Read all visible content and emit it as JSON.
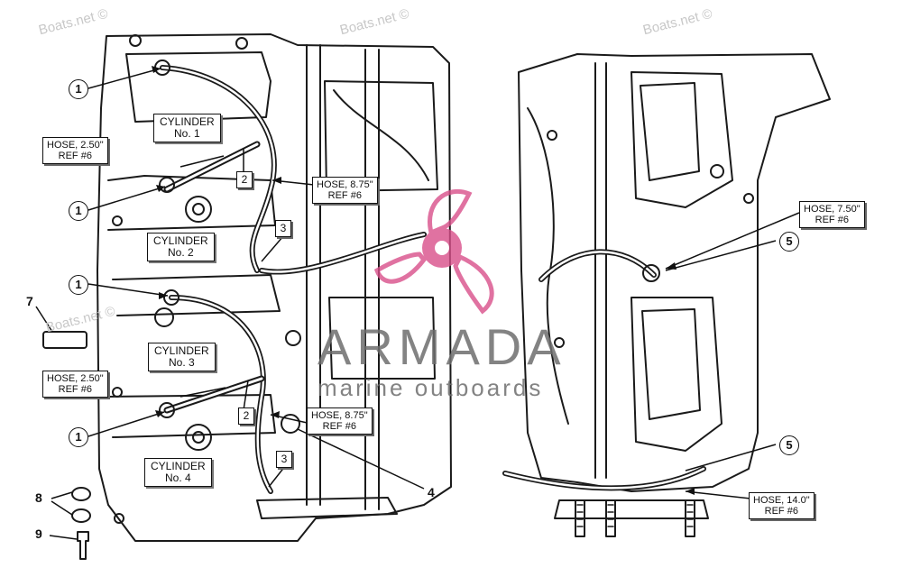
{
  "watermark": {
    "site_text": "Boats.net ©",
    "brand": "ARMADA",
    "tagline": "marine outboards",
    "brand_color": "#d94f8a"
  },
  "callouts": {
    "hose_left_top": {
      "line1": "HOSE,   2.50\"",
      "line2": "REF #6"
    },
    "hose_left_mid": {
      "line1": "HOSE,   8.75\"",
      "line2": "REF #6"
    },
    "hose_left_lower": {
      "line1": "HOSE,   2.50\"",
      "line2": "REF #6"
    },
    "hose_left_bottom": {
      "line1": "HOSE,   8.75\"",
      "line2": "REF #6"
    },
    "hose_right_top": {
      "line1": "HOSE,   7.50\"",
      "line2": "REF #6"
    },
    "hose_right_bottom": {
      "line1": "HOSE,   14.0\"",
      "line2": "REF #6"
    }
  },
  "cylinders": [
    {
      "line1": "CYLINDER",
      "line2": "No. 1"
    },
    {
      "line1": "CYLINDER",
      "line2": "No. 2"
    },
    {
      "line1": "CYLINDER",
      "line2": "No. 3"
    },
    {
      "line1": "CYLINDER",
      "line2": "No. 4"
    }
  ],
  "circled_refs": [
    "1",
    "1",
    "1",
    "1",
    "5",
    "5"
  ],
  "boxed_refs": [
    "2",
    "3",
    "2",
    "3"
  ],
  "plain_refs": [
    "7",
    "8",
    "9",
    "4"
  ]
}
